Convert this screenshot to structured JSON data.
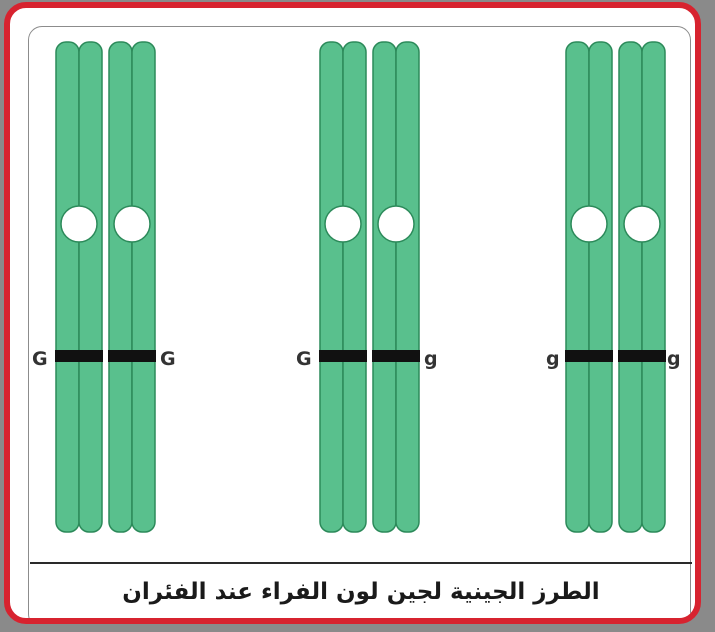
{
  "caption": "الطرز الجينية لجين لون الفراء عند الفئران",
  "colors": {
    "frame_border": "#d7232f",
    "chromatid_fill": "#59c08d",
    "chromatid_stroke": "#2c8a5a",
    "centromere": "#ffffff",
    "gene_band": "#111111"
  },
  "genotype_pairs": [
    {
      "name": "GG",
      "left_allele": "G",
      "right_allele": "G"
    },
    {
      "name": "Gg",
      "left_allele": "G",
      "right_allele": "g"
    },
    {
      "name": "gg",
      "left_allele": "g",
      "right_allele": "g"
    }
  ]
}
